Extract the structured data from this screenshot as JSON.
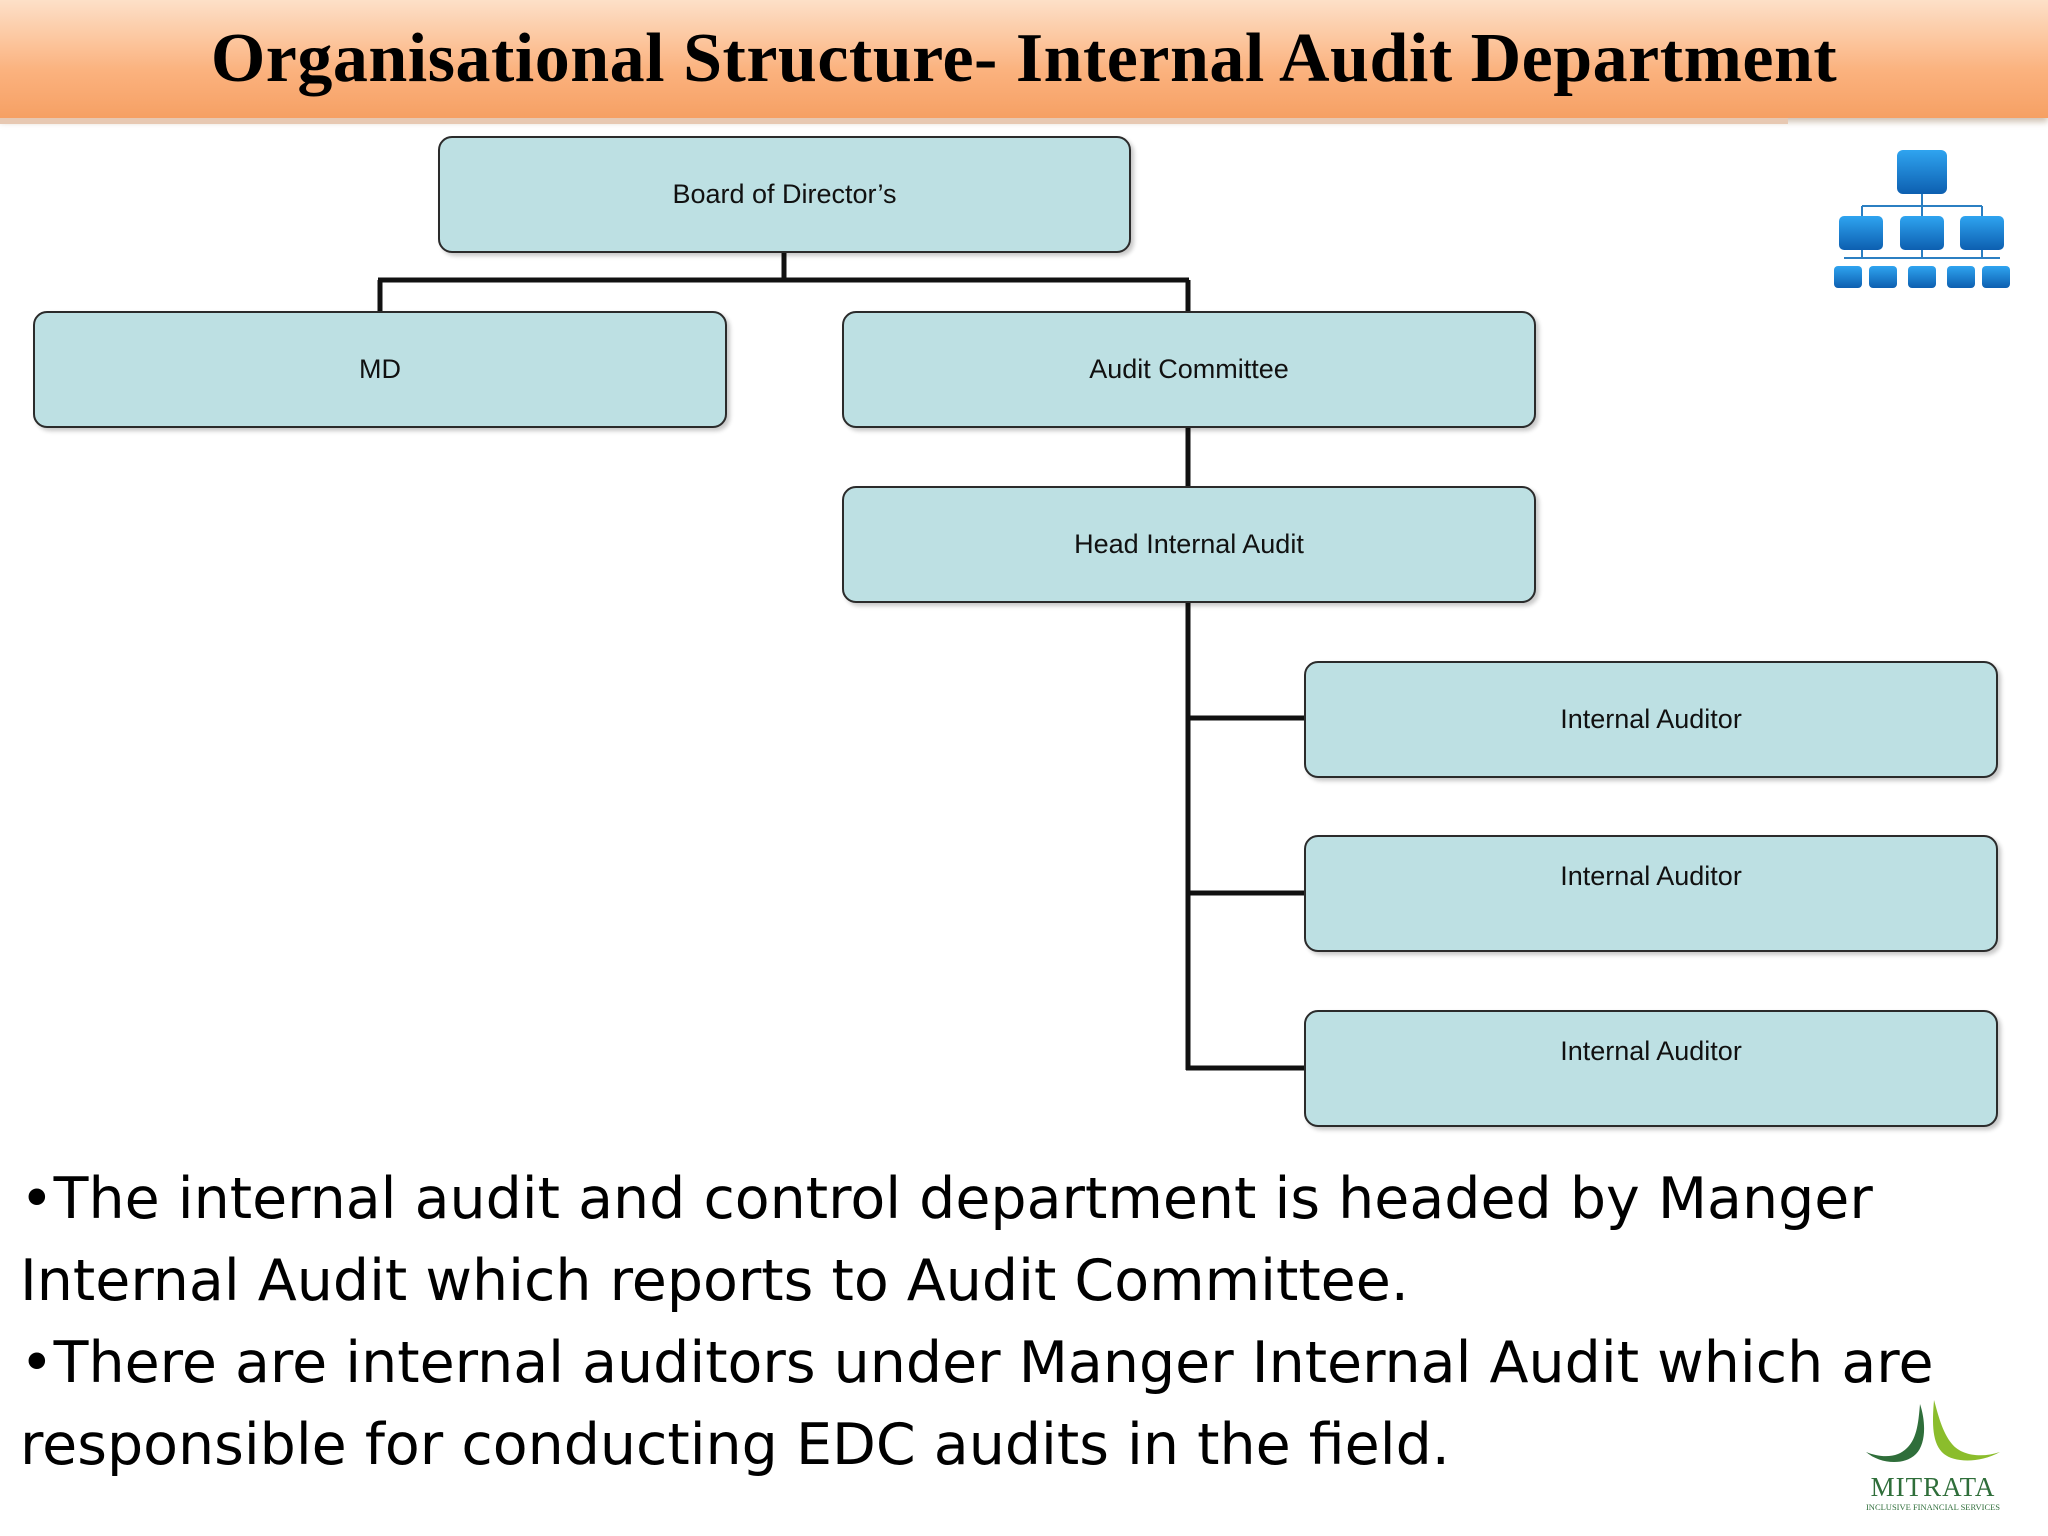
{
  "slide": {
    "title": "Organisational Structure- Internal Audit Department"
  },
  "org_chart": {
    "nodes": {
      "board": "Board of Director’s",
      "md": "MD",
      "audit_committee": "Audit Committee",
      "head_internal_audit": "Head Internal Audit",
      "auditors": [
        "Internal Auditor",
        "Internal Auditor",
        "Internal Auditor"
      ]
    },
    "relations": [
      {
        "from": "Board of Director’s",
        "to": "MD"
      },
      {
        "from": "Board of Director’s",
        "to": "Audit Committee"
      },
      {
        "from": "Audit Committee",
        "to": "Head Internal Audit"
      },
      {
        "from": "Head Internal Audit",
        "to": "Internal Auditor"
      },
      {
        "from": "Head Internal Audit",
        "to": "Internal Auditor"
      },
      {
        "from": "Head Internal Audit",
        "to": "Internal Auditor"
      }
    ]
  },
  "bullets": [
    {
      "line1": "•The internal audit and control department is headed by Manger",
      "line2": "Internal Audit which reports to Audit Committee."
    },
    {
      "line1": "•There are internal auditors under Manger Internal Audit which are",
      "line2": "responsible for conducting EDC audits in the field."
    }
  ],
  "logo": {
    "name": "MITRATA",
    "tagline": "INCLUSIVE FINANCIAL SERVICES"
  },
  "icons": {
    "org_chart_icon": "org-chart-icon",
    "logo_mark": "mitrata-logo-icon"
  },
  "colors": {
    "title_bar": "#fbb27e",
    "box_fill": "#bde0e3",
    "icon_blue": "#1f86d6",
    "logo_green": "#2f6e3a"
  }
}
